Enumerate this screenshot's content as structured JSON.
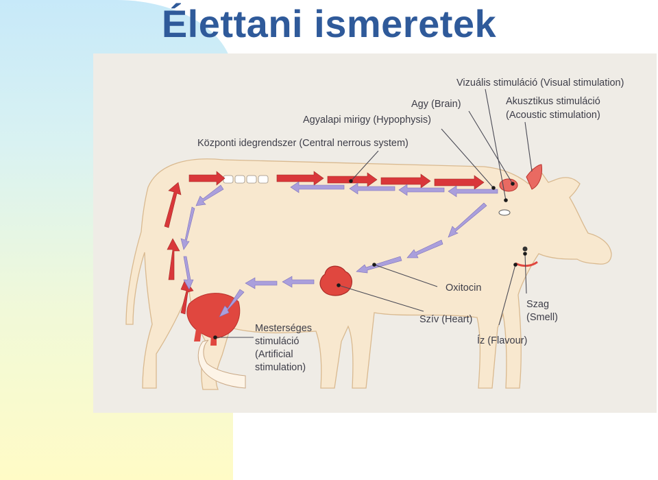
{
  "title": "Élettani ismeretek",
  "labels": {
    "visual": "Vizuális stimuláció (Visual stimulation)",
    "brain": "Agy (Brain)",
    "acoustic_1": "Akusztikus stimuláció",
    "acoustic_2": "(Acoustic stimulation)",
    "hypophysis": "Agyalapi mirigy (Hypophysis)",
    "cns": "Központi idegrendszer (Central nerrous system)",
    "oxitocin": "Oxitocin",
    "heart": "Szív (Heart)",
    "smell_1": "Szag",
    "smell_2": "(Smell)",
    "flavour": "Íz (Flavour)",
    "artificial_1": "Mesterséges",
    "artificial_2": "stimuláció",
    "artificial_3": "(Artificial",
    "artificial_4": "stimulation)"
  },
  "colors": {
    "title": "#2f5a9a",
    "nerve_arrow": "#d9373a",
    "hormone_arrow": "#9b8fd4",
    "cow_body": "#f8e8cf",
    "organ": "#e0473f"
  }
}
